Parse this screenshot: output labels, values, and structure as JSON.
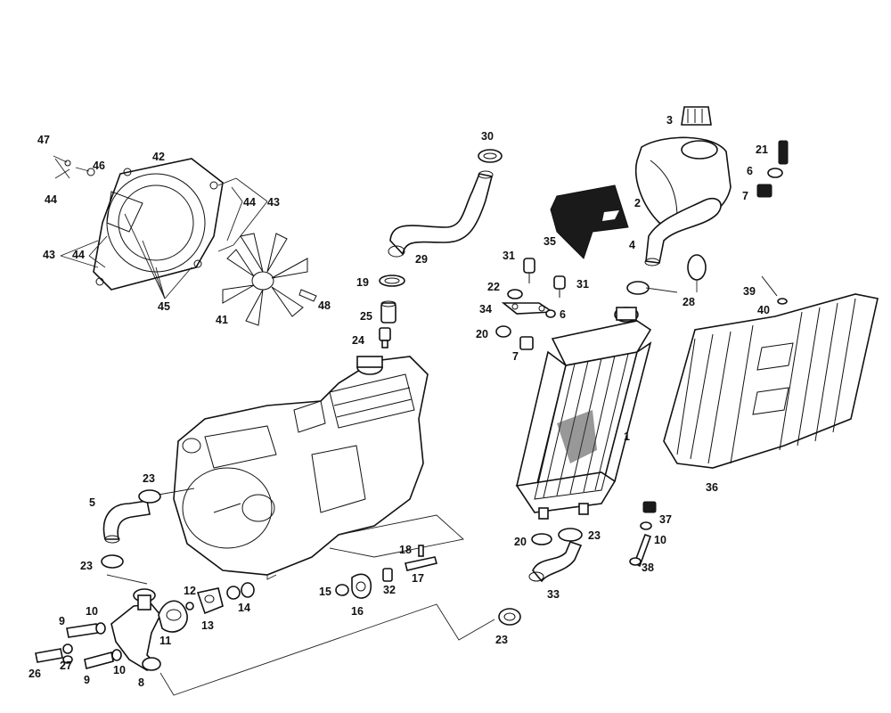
{
  "labels": [
    "1",
    "2",
    "3",
    "4",
    "5",
    "6",
    "6",
    "7",
    "7",
    "8",
    "9",
    "9",
    "10",
    "10",
    "10",
    "11",
    "12",
    "13",
    "14",
    "15",
    "16",
    "17",
    "18",
    "19",
    "20",
    "20",
    "21",
    "22",
    "23",
    "23",
    "23",
    "23",
    "24",
    "25",
    "26",
    "27",
    "28",
    "29",
    "30",
    "31",
    "31",
    "32",
    "33",
    "34",
    "35",
    "36",
    "37",
    "38",
    "39",
    "40",
    "41",
    "42",
    "43",
    "43",
    "44",
    "44",
    "44",
    "45",
    "46",
    "47",
    "48"
  ]
}
